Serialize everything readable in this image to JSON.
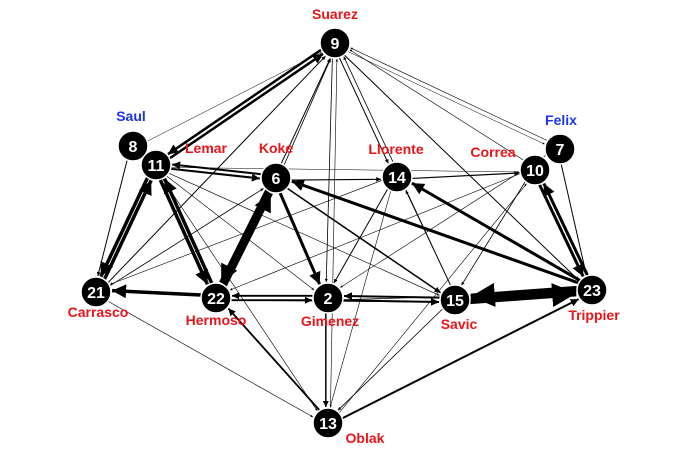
{
  "colors": {
    "node_fill": "#000000",
    "node_number": "#ffffff",
    "label_red": "#e8141b",
    "label_blue": "#1a34e8",
    "edge": "#000000"
  },
  "nodes": [
    {
      "id": "n9",
      "number": "9",
      "label": "Suarez",
      "label_color": "red"
    },
    {
      "id": "n8",
      "number": "8",
      "label": "Saul",
      "label_color": "blue"
    },
    {
      "id": "n11",
      "number": "11",
      "label": "Lemar",
      "label_color": "red"
    },
    {
      "id": "n6",
      "number": "6",
      "label": "Koke",
      "label_color": "red"
    },
    {
      "id": "n14",
      "number": "14",
      "label": "Llorente",
      "label_color": "red"
    },
    {
      "id": "n10",
      "number": "10",
      "label": "Correa",
      "label_color": "red"
    },
    {
      "id": "n7",
      "number": "7",
      "label": "Felix",
      "label_color": "blue"
    },
    {
      "id": "n21",
      "number": "21",
      "label": "Carrasco",
      "label_color": "red"
    },
    {
      "id": "n22",
      "number": "22",
      "label": "Hermoso",
      "label_color": "red"
    },
    {
      "id": "n2",
      "number": "2",
      "label": "Gimenez",
      "label_color": "red"
    },
    {
      "id": "n15",
      "number": "15",
      "label": "Savic",
      "label_color": "red"
    },
    {
      "id": "n23",
      "number": "23",
      "label": "Trippier",
      "label_color": "red"
    },
    {
      "id": "n13",
      "number": "13",
      "label": "Oblak",
      "label_color": "red"
    }
  ],
  "edges": [
    {
      "from": "n11",
      "to": "n22",
      "weight": 3.5
    },
    {
      "from": "n22",
      "to": "n11",
      "weight": 3.5
    },
    {
      "from": "n11",
      "to": "n21",
      "weight": 3.5
    },
    {
      "from": "n21",
      "to": "n11",
      "weight": 3.5
    },
    {
      "from": "n22",
      "to": "n21",
      "weight": 3.5
    },
    {
      "from": "n6",
      "to": "n22",
      "weight": 4.5
    },
    {
      "from": "n22",
      "to": "n6",
      "weight": 4.5
    },
    {
      "from": "n23",
      "to": "n15",
      "weight": 6
    },
    {
      "from": "n15",
      "to": "n23",
      "weight": 6
    },
    {
      "from": "n10",
      "to": "n23",
      "weight": 3
    },
    {
      "from": "n23",
      "to": "n10",
      "weight": 3
    },
    {
      "from": "n23",
      "to": "n6",
      "weight": 3
    },
    {
      "from": "n23",
      "to": "n14",
      "weight": 3
    },
    {
      "from": "n6",
      "to": "n2",
      "weight": 3
    },
    {
      "from": "n11",
      "to": "n9",
      "weight": 2.5
    },
    {
      "from": "n9",
      "to": "n11",
      "weight": 2.5
    },
    {
      "from": "n11",
      "to": "n6",
      "weight": 2
    },
    {
      "from": "n6",
      "to": "n11",
      "weight": 2
    },
    {
      "from": "n15",
      "to": "n2",
      "weight": 2
    },
    {
      "from": "n2",
      "to": "n15",
      "weight": 2
    },
    {
      "from": "n22",
      "to": "n2",
      "weight": 1.8
    },
    {
      "from": "n2",
      "to": "n22",
      "weight": 1.8
    },
    {
      "from": "n13",
      "to": "n23",
      "weight": 2
    },
    {
      "from": "n13",
      "to": "n22",
      "weight": 1.8
    },
    {
      "from": "n2",
      "to": "n13",
      "weight": 1.5
    },
    {
      "from": "n6",
      "to": "n15",
      "weight": 1.5
    },
    {
      "from": "n6",
      "to": "n14",
      "weight": 1.2
    },
    {
      "from": "n14",
      "to": "n10",
      "weight": 1.2
    },
    {
      "from": "n14",
      "to": "n2",
      "weight": 1
    },
    {
      "from": "n9",
      "to": "n23",
      "weight": 1
    },
    {
      "from": "n9",
      "to": "n14",
      "weight": 1
    },
    {
      "from": "n8",
      "to": "n21",
      "weight": 1
    },
    {
      "from": "n21",
      "to": "n9",
      "weight": 1
    },
    {
      "from": "n22",
      "to": "n9",
      "weight": 1
    },
    {
      "from": "n9",
      "to": "n2",
      "weight": 0.8
    },
    {
      "from": "n15",
      "to": "n9",
      "weight": 0.8
    },
    {
      "from": "n6",
      "to": "n9",
      "weight": 0.8
    },
    {
      "from": "n10",
      "to": "n9",
      "weight": 0.6
    },
    {
      "from": "n7",
      "to": "n9",
      "weight": 0.6
    },
    {
      "from": "n7",
      "to": "n23",
      "weight": 1
    },
    {
      "from": "n7",
      "to": "n2",
      "weight": 0.6
    },
    {
      "from": "n10",
      "to": "n15",
      "weight": 0.8
    },
    {
      "from": "n10",
      "to": "n22",
      "weight": 0.6
    },
    {
      "from": "n14",
      "to": "n13",
      "weight": 0.6
    },
    {
      "from": "n11",
      "to": "n2",
      "weight": 0.6
    },
    {
      "from": "n11",
      "to": "n13",
      "weight": 0.6
    },
    {
      "from": "n11",
      "to": "n15",
      "weight": 0.6
    },
    {
      "from": "n21",
      "to": "n13",
      "weight": 0.6
    },
    {
      "from": "n21",
      "to": "n6",
      "weight": 0.8
    },
    {
      "from": "n13",
      "to": "n9",
      "weight": 0.6
    },
    {
      "from": "n13",
      "to": "n10",
      "weight": 0.6
    },
    {
      "from": "n15",
      "to": "n13",
      "weight": 0.8
    },
    {
      "from": "n22",
      "to": "n15",
      "weight": 0.8
    },
    {
      "from": "n14",
      "to": "n21",
      "weight": 0.6
    },
    {
      "from": "n2",
      "to": "n23",
      "weight": 0.8
    },
    {
      "from": "n8",
      "to": "n9",
      "weight": 0.5
    },
    {
      "from": "n9",
      "to": "n7",
      "weight": 0.5
    },
    {
      "from": "n15",
      "to": "n14",
      "weight": 0.8
    },
    {
      "from": "n11",
      "to": "n10",
      "weight": 0.5
    }
  ]
}
